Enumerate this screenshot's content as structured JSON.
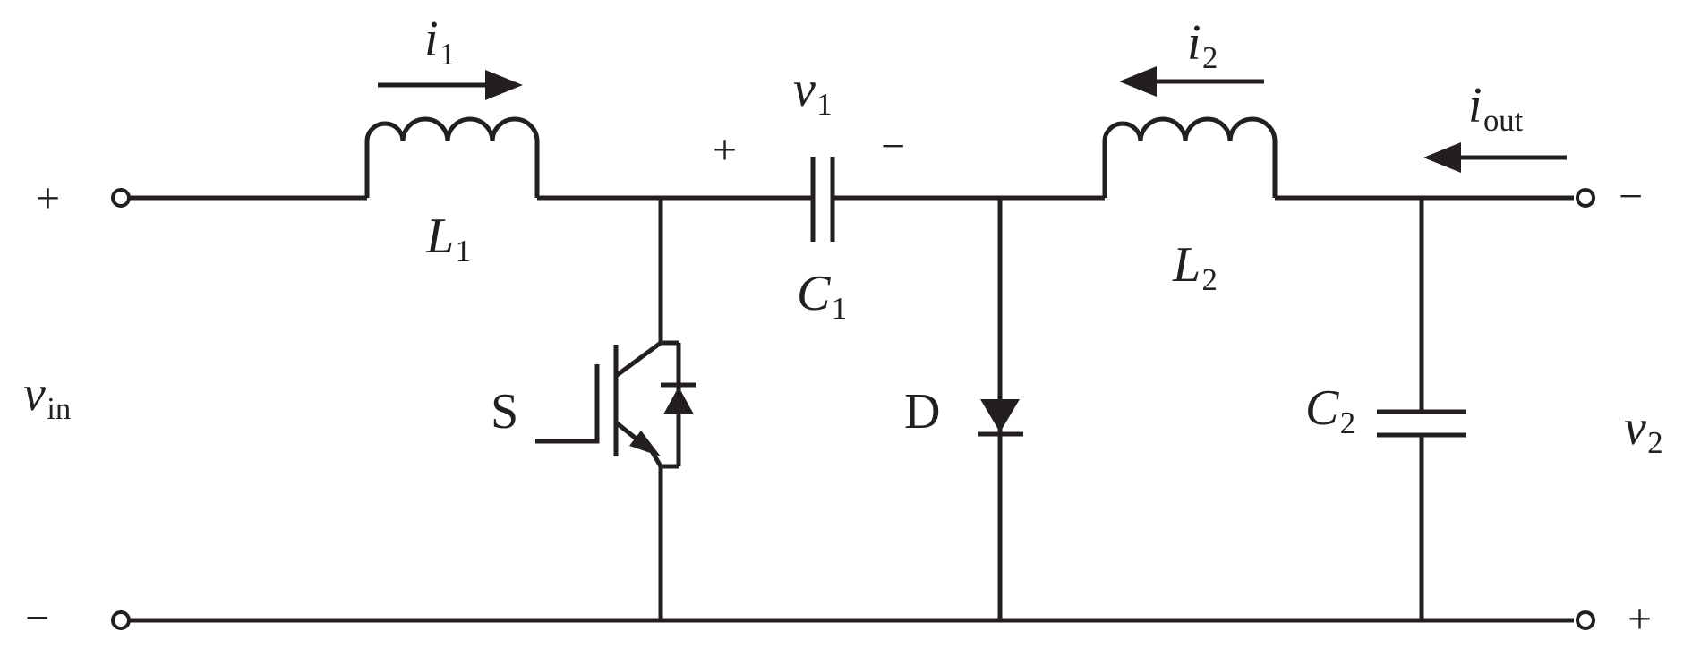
{
  "labels": {
    "i1": {
      "sym": "i",
      "sub": "1"
    },
    "i2": {
      "sym": "i",
      "sub": "2"
    },
    "iout": {
      "sym": "i",
      "sub": "out"
    },
    "v1": {
      "sym": "v",
      "sub": "1"
    },
    "vin": {
      "sym": "v",
      "sub": "in"
    },
    "v2": {
      "sym": "v",
      "sub": "2"
    },
    "L1": {
      "sym": "L",
      "sub": "1"
    },
    "L2": {
      "sym": "L",
      "sub": "2"
    },
    "C1": {
      "sym": "C",
      "sub": "1"
    },
    "C2": {
      "sym": "C",
      "sub": "2"
    },
    "S": "S",
    "D": "D"
  },
  "signs": {
    "in_top": "+",
    "in_bottom": "−",
    "c1_left": "+",
    "c1_right": "−",
    "out_top": "−",
    "out_bottom": "+"
  }
}
